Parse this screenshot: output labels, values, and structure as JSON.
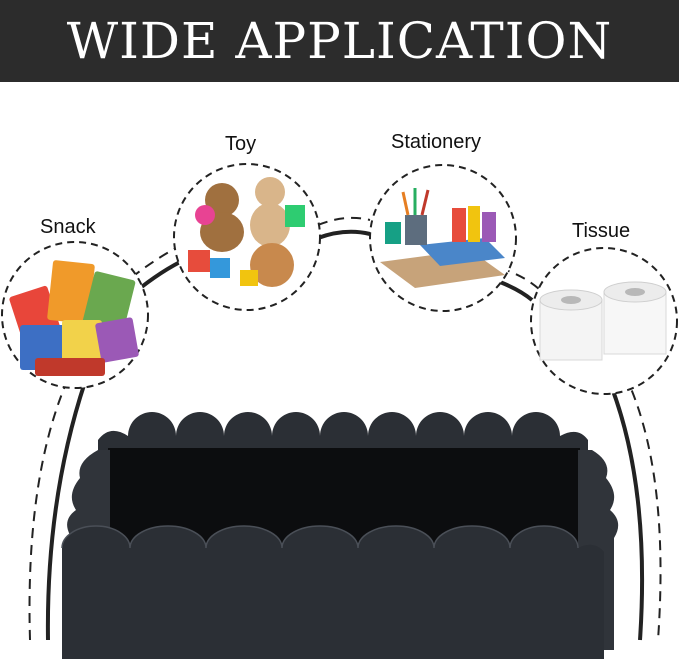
{
  "banner": {
    "title": "WIDE APPLICATION"
  },
  "categories": [
    {
      "label": "Snack",
      "icon": "snack-bag-icon"
    },
    {
      "label": "Toy",
      "icon": "teddy-bear-icon"
    },
    {
      "label": "Stationery",
      "icon": "pencil-holder-icon"
    },
    {
      "label": "Tissue",
      "icon": "toilet-paper-icon"
    }
  ],
  "colors": {
    "banner": "#2c2c2c",
    "basket": "#2b2f35",
    "basket_interior": "#0c0d0f",
    "dashes": "#222222"
  }
}
